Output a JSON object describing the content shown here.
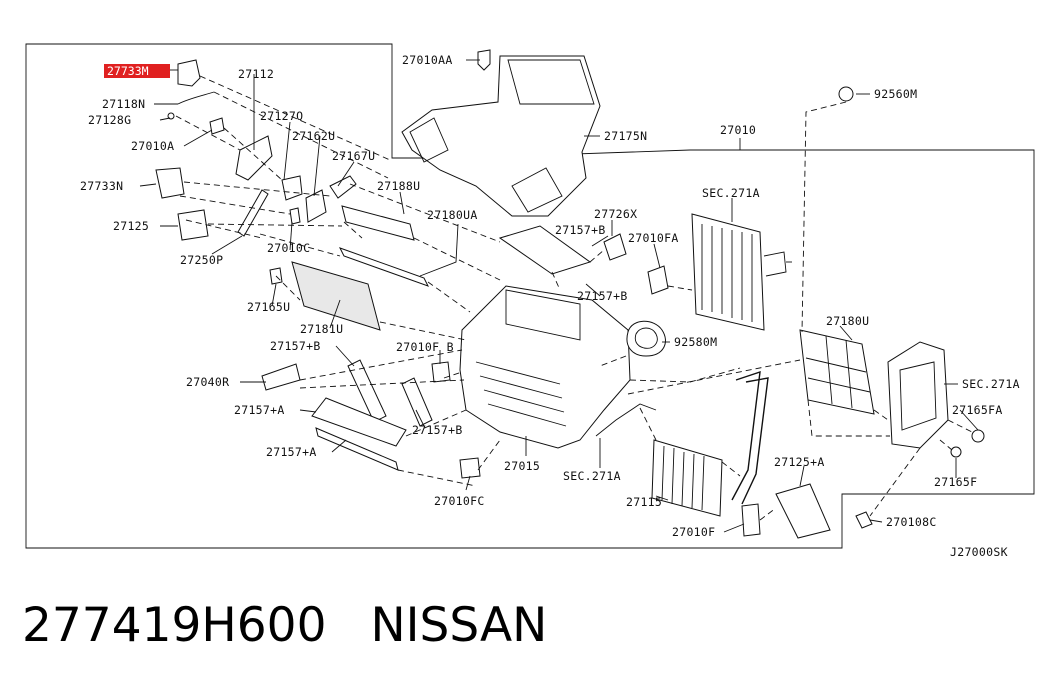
{
  "diagram": {
    "highlighted_label": "27733M",
    "labels": {
      "l_27112": "27112",
      "l_27118N": "27118N",
      "l_27128G": "27128G",
      "l_27010A": "27010A",
      "l_27127Q": "27127Q",
      "l_27162U": "27162U",
      "l_27167U": "27167U",
      "l_27733N": "27733N",
      "l_27188U": "27188U",
      "l_27125": "27125",
      "l_27180UA": "27180UA",
      "l_27010C": "27010C",
      "l_27250P": "27250P",
      "l_27165U": "27165U",
      "l_27181U": "27181U",
      "l_27157B_1": "27157+B",
      "l_27010FB": "27010F B",
      "l_27040R": "27040R",
      "l_27157A_1": "27157+A",
      "l_27157B_2": "27157+B",
      "l_27157A_2": "27157+A",
      "l_27015": "27015",
      "l_27010FC": "27010FC",
      "l_SEC271A_1": "SEC.271A",
      "l_27010AA": "27010AA",
      "l_27175N": "27175N",
      "l_92560M": "92560M",
      "l_27010": "27010",
      "l_SEC271A_2": "SEC.271A",
      "l_27726X": "27726X",
      "l_27157B_3": "27157+B",
      "l_27010FA": "27010FA",
      "l_27157B_4": "27157+B",
      "l_92580M": "92580M",
      "l_27180U": "27180U",
      "l_SEC271A_3": "SEC.271A",
      "l_27165FA": "27165FA",
      "l_27165F": "27165F",
      "l_27125A": "27125+A",
      "l_27115": "27115",
      "l_27010F": "27010F",
      "l_270108C": "270108C",
      "l_J27000SK": "J27000SK"
    }
  },
  "caption": {
    "part_number": "277419H600",
    "brand": "NISSAN"
  },
  "colors": {
    "highlight_fill": "#e02020",
    "ink": "#111111"
  }
}
